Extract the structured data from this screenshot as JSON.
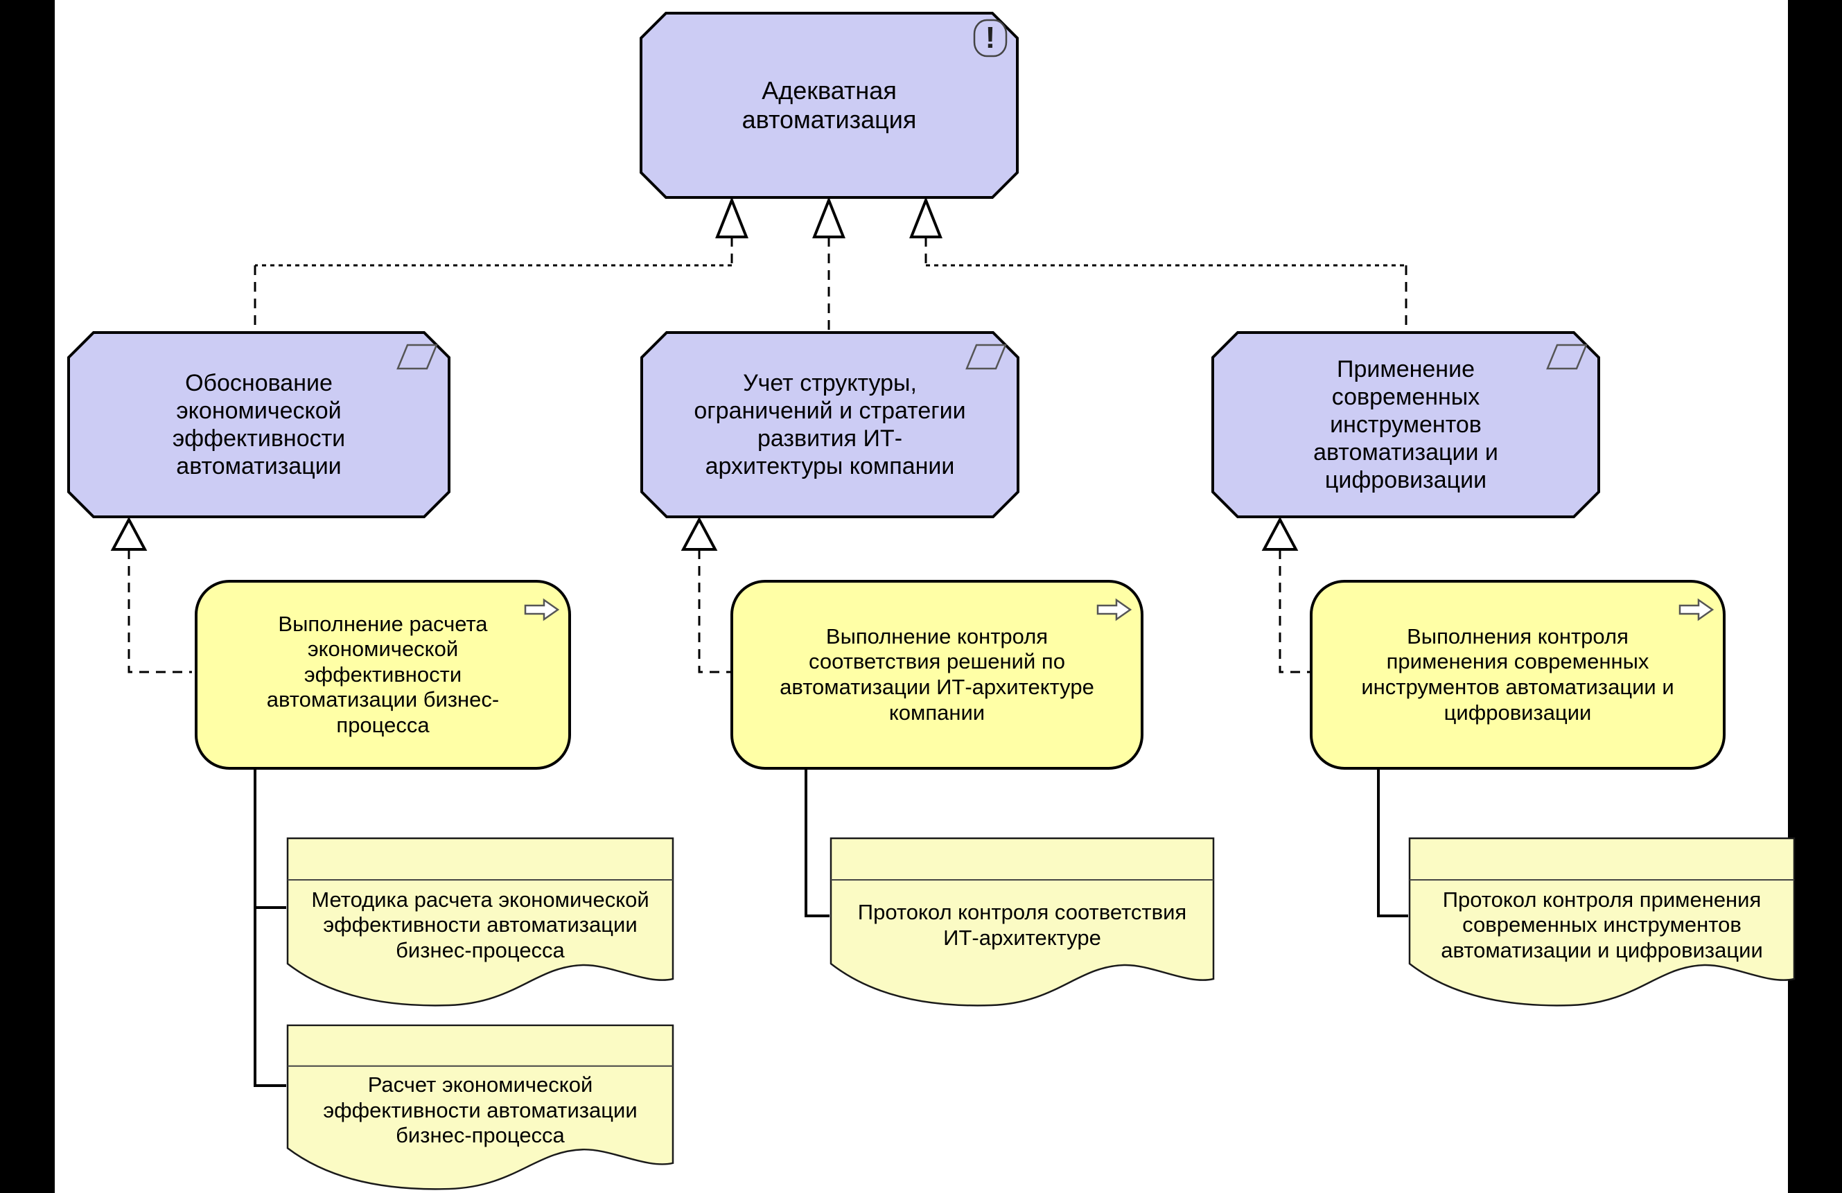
{
  "diagram": {
    "principle": {
      "label": "Адекватная автоматизация",
      "icon_glyph": "!"
    },
    "requirements": [
      {
        "label": "Обоснование экономической эффективности автоматизации"
      },
      {
        "label": "Учет структуры, ограничений и стратегии развития ИТ-архитектуры компании"
      },
      {
        "label": "Применение современных инструментов автоматизации и цифровизации"
      }
    ],
    "work_packages": [
      {
        "label": "Выполнение расчета экономической эффективности автоматизации бизнес-процесса"
      },
      {
        "label": "Выполнение контроля соответствия решений по автоматизации ИТ-архитектуре компании"
      },
      {
        "label": "Выполнения контроля применения современных инструментов автоматизации и цифровизации"
      }
    ],
    "deliverables": [
      {
        "label": "Методика расчета экономической эффективности автоматизации бизнес-процесса"
      },
      {
        "label": "Расчет экономической эффективности автоматизации бизнес-процесса"
      },
      {
        "label": "Протокол контроля соответствия ИТ-архитектуре"
      },
      {
        "label": "Протокол контроля применения современных инструментов автоматизации и цифровизации"
      }
    ],
    "relationships": [
      {
        "from": "requirement-1",
        "to": "principle",
        "style": "dashed-hollow-triangle"
      },
      {
        "from": "requirement-2",
        "to": "principle",
        "style": "dashed-hollow-triangle"
      },
      {
        "from": "requirement-3",
        "to": "principle",
        "style": "dashed-hollow-triangle"
      },
      {
        "from": "work-package-1",
        "to": "requirement-1",
        "style": "dashed-hollow-triangle"
      },
      {
        "from": "work-package-2",
        "to": "requirement-2",
        "style": "dashed-hollow-triangle"
      },
      {
        "from": "work-package-3",
        "to": "requirement-3",
        "style": "dashed-hollow-triangle"
      },
      {
        "from": "work-package-1",
        "to": "deliverable-1",
        "style": "solid"
      },
      {
        "from": "work-package-1",
        "to": "deliverable-2",
        "style": "solid"
      },
      {
        "from": "work-package-2",
        "to": "deliverable-3",
        "style": "solid"
      },
      {
        "from": "work-package-3",
        "to": "deliverable-4",
        "style": "solid"
      }
    ],
    "colors": {
      "motivation_fill": "#ccccf4",
      "implementation_fill": "#ffffa6",
      "deliverable_fill": "#fbfbc4",
      "outline": "#000000",
      "side_bars": "#000000",
      "background": "#ffffff"
    }
  }
}
